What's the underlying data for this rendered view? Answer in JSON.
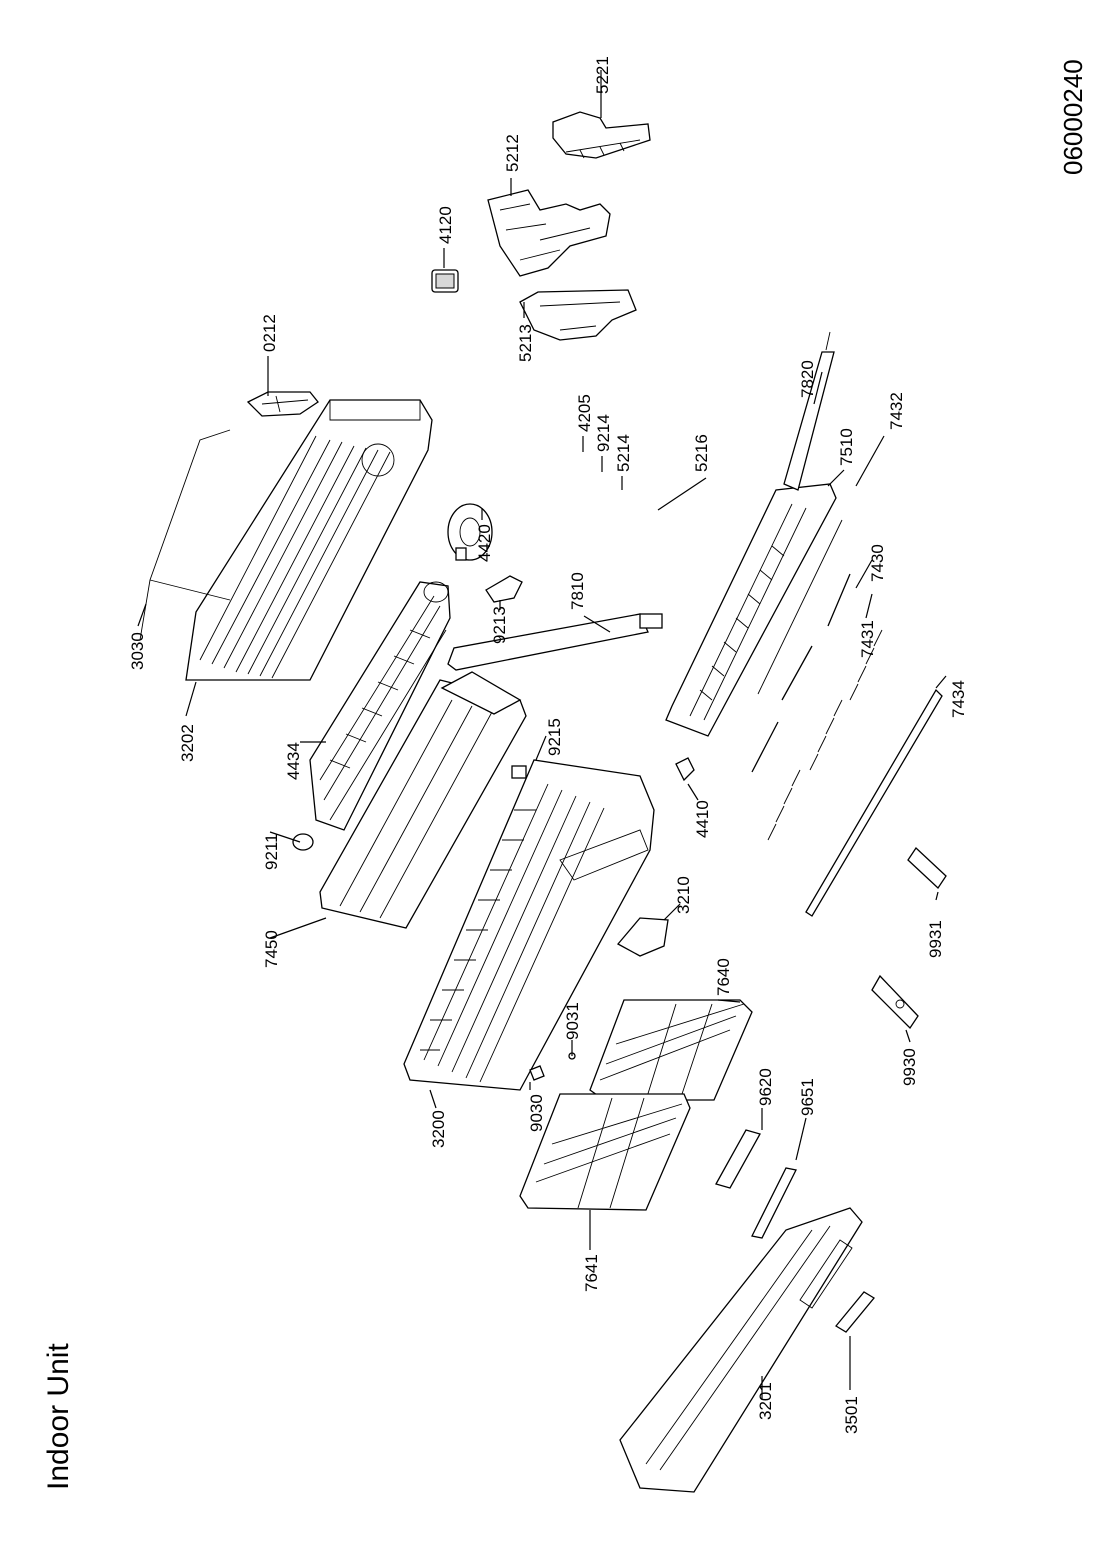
{
  "title": "Indoor Unit",
  "document_number": "06000240",
  "part_labels": [
    "5221",
    "5212",
    "4120",
    "0212",
    "5213",
    "4205",
    "9214",
    "5214",
    "5216",
    "7820",
    "7510",
    "7432",
    "4420",
    "3030",
    "9213",
    "7810",
    "7430",
    "7431",
    "3202",
    "4434",
    "9215",
    "7434",
    "4410",
    "9211",
    "3210",
    "7450",
    "7640",
    "9931",
    "9031",
    "9930",
    "9030",
    "9620",
    "9651",
    "3200",
    "7641",
    "3201",
    "3501"
  ]
}
